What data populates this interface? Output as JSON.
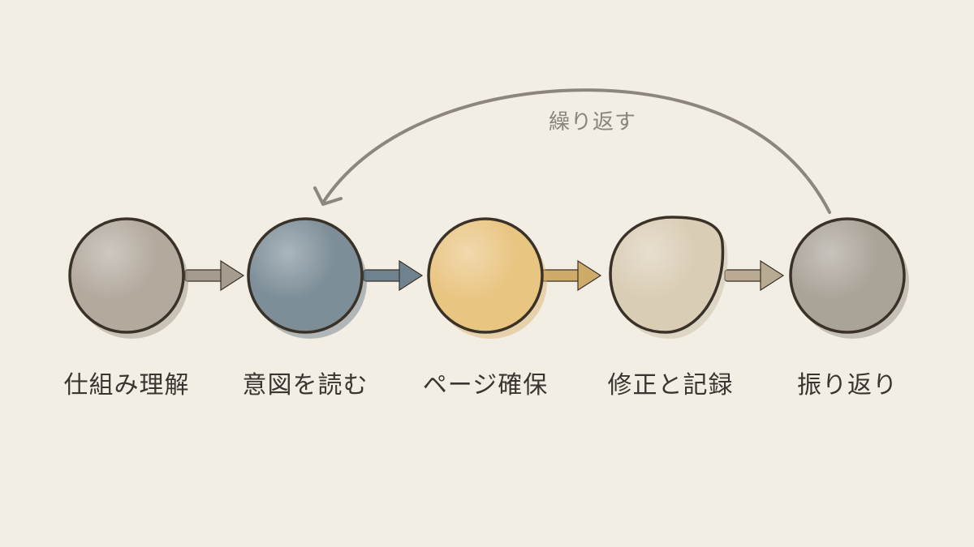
{
  "steps": [
    {
      "label": "仕組み理解",
      "color": "#b3aa9e",
      "shade": "#958b80"
    },
    {
      "label": "意図を読む",
      "color": "#7d8e98",
      "shade": "#62737e"
    },
    {
      "label": "ページ確保",
      "color": "#e9c582",
      "shade": "#d7ad64"
    },
    {
      "label": "修正と記録",
      "color": "#dacdb5",
      "shade": "#c6b89d"
    },
    {
      "label": "振り返り",
      "color": "#aaa398",
      "shade": "#918a7f"
    }
  ],
  "loop": {
    "label": "繰り返す"
  },
  "colors": {
    "background": "#f2eee4",
    "outline": "#3a3228",
    "arrow_1": "#a59c8f",
    "arrow_2": "#6f8290",
    "arrow_3": "#cfab6a",
    "arrow_4": "#b9ab93",
    "loop_arrow": "#8c867d"
  }
}
